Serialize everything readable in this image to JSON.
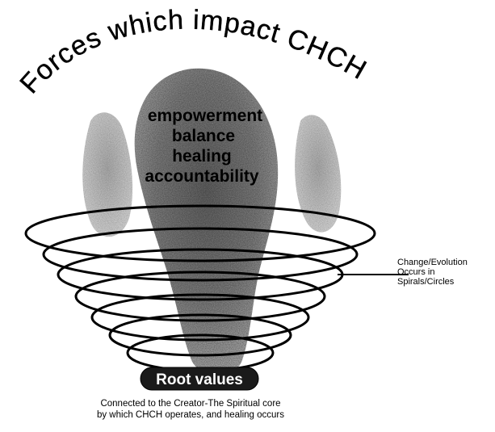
{
  "title": "Forces which impact CHCH",
  "center_words": [
    "empowerment",
    "balance",
    "healing",
    "accountability"
  ],
  "side_note": [
    "Change/Evolution",
    "Occurs in",
    "Spirals/Circles"
  ],
  "root_label": "Root values",
  "caption": [
    "Connected to the Creator-The Spiritual core",
    "by which CHCH operates, and healing occurs"
  ],
  "colors": {
    "ring_stroke": "#000000",
    "root_pill": "#1a1a1a",
    "figure_gray": "#8a8a8a"
  }
}
